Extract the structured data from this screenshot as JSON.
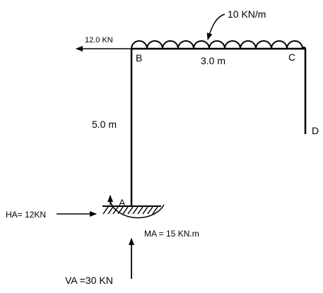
{
  "loads": {
    "distributed": "10 KN/m",
    "point_b": "12.0 KN"
  },
  "nodes": {
    "a": "A",
    "b": "B",
    "c": "C",
    "d": "D"
  },
  "dimensions": {
    "beam_span": "3.0 m",
    "column_height": "5.0 m"
  },
  "reactions": {
    "ha": "HA= 12KN",
    "va": "VA =30 KN",
    "ma": "MA = 15 KN.m"
  }
}
